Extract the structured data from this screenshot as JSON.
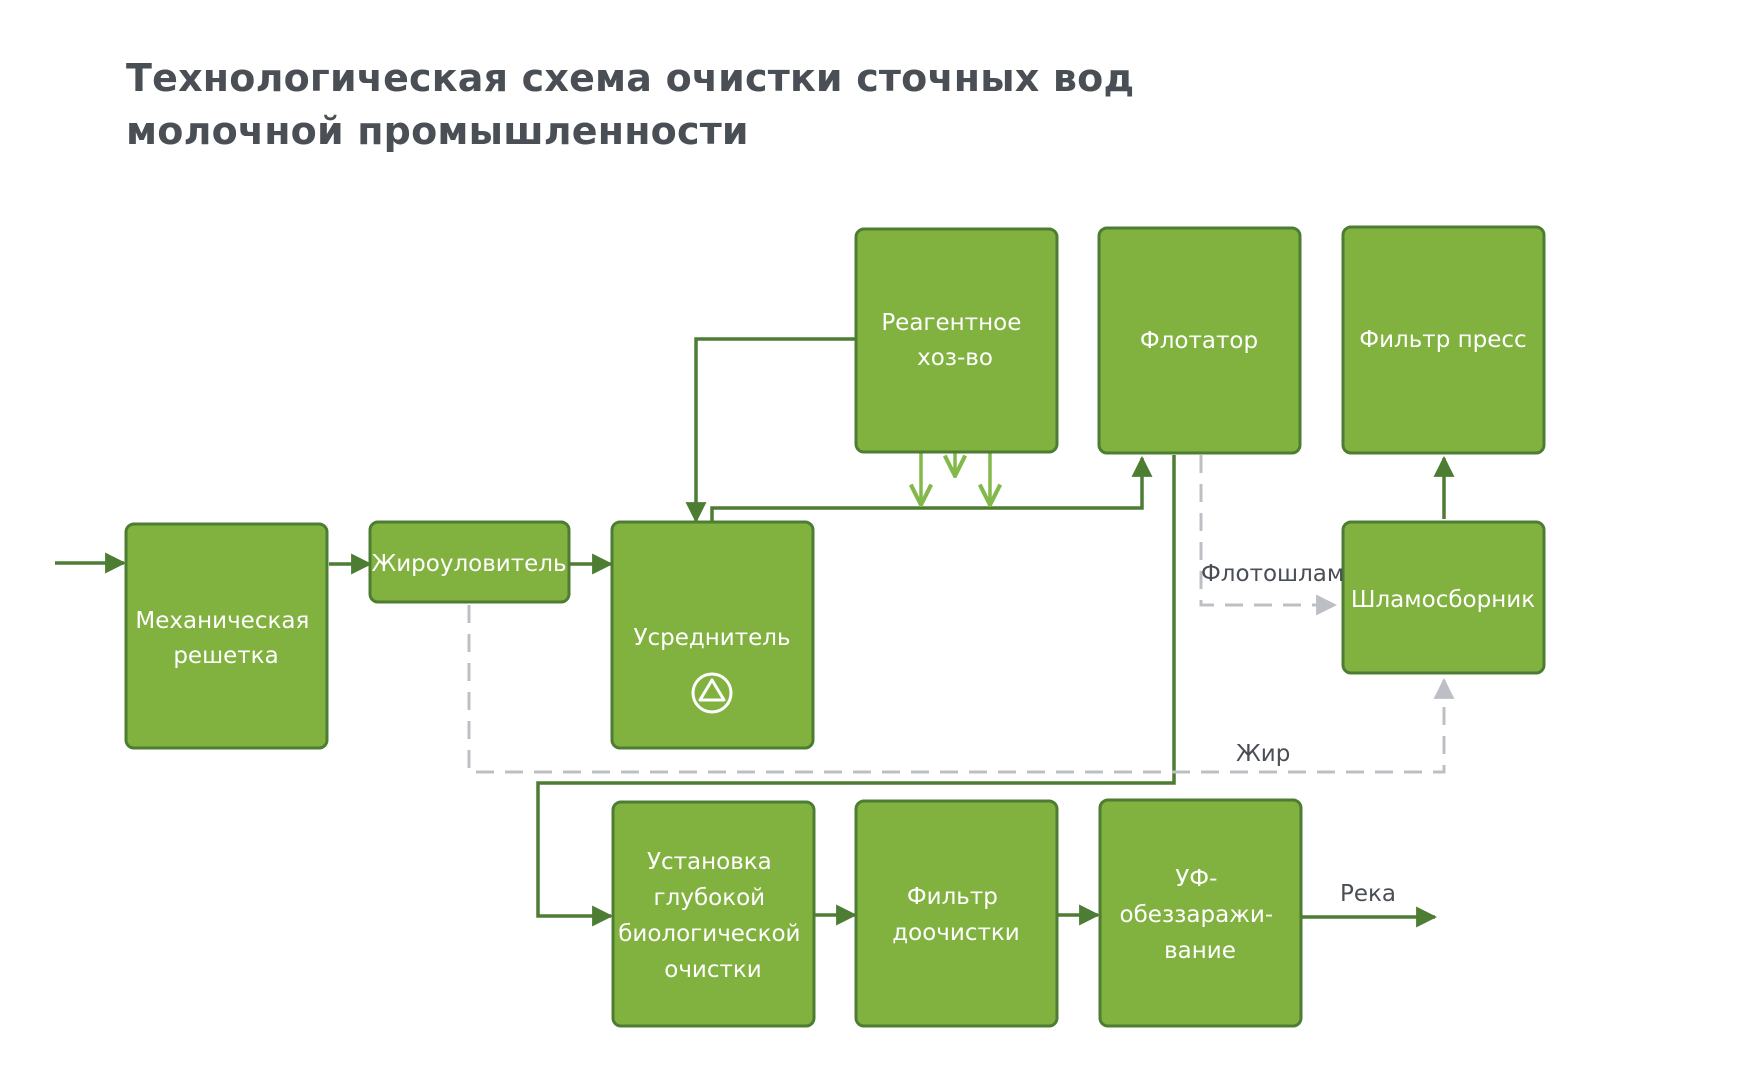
{
  "title": {
    "line1": "Технологическая схема очистки сточных вод",
    "line2": "молочной промышленности"
  },
  "nodes": {
    "screen": [
      "Механическая",
      "решетка"
    ],
    "grease_trap": [
      "Жироуловитель"
    ],
    "equalizer": [
      "Усреднитель"
    ],
    "reagent": [
      "Реагентное",
      "хоз-во"
    ],
    "flotator": [
      "Флотатор"
    ],
    "filter_press": [
      "Фильтр пресс"
    ],
    "sludge_collector": [
      "Шламосборник"
    ],
    "bio": [
      "Установка",
      "глубокой",
      "биологической",
      "очистки"
    ],
    "post_filter": [
      "Фильтр",
      "доочистки"
    ],
    "uv": [
      "УФ-",
      "обеззаражи-",
      "вание"
    ]
  },
  "edge_labels": {
    "flotation_sludge": "Флотошлам",
    "fat": "Жир",
    "river": "Река"
  },
  "colors": {
    "box_fill": "#81b13f",
    "box_stroke": "#4d7d33",
    "main_flow": "#4d7d33",
    "reagent_flow": "#83b84a",
    "waste_flow": "#bcc0c5"
  },
  "icons": {
    "equalizer": "mixer-triangle-icon"
  }
}
